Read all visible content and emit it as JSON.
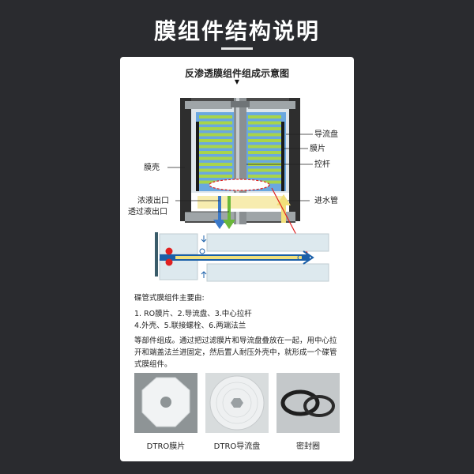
{
  "page": {
    "title": "膜组件结构说明"
  },
  "diagram": {
    "title": "反渗透膜组件组成示意图",
    "arrow_glyph": "▼",
    "labels": {
      "guide_disc": "导流盘",
      "membrane_sheet": "膜片",
      "tie_rod": "控杆",
      "shell": "膜壳",
      "concentrate_outlet": "浓液出口",
      "permeate_outlet": "透过液出口",
      "inlet_pipe": "进水管"
    }
  },
  "description": {
    "intro": "碟管式膜组件主要由:",
    "parts_line1": "1. RO膜片、2.导流盘、3.中心拉杆",
    "parts_line2": "4.外壳、5.联接螺栓、6.两端法兰",
    "paragraph": "等部件组成。通过把过滤膜片和导流盘叠放在一起，用中心拉开和端盖法兰进固定，然后置人耐压外壳中，就形成一个碟管式膜组件。"
  },
  "thumbnails": [
    {
      "label": "DTRO膜片",
      "icon": "octagon-membrane-icon"
    },
    {
      "label": "DTRO导流盘",
      "icon": "guide-disc-icon"
    },
    {
      "label": "密封圈",
      "icon": "seal-ring-icon"
    }
  ],
  "colors": {
    "background": "#2a2b2f",
    "card": "#ffffff",
    "housing": "#3a3a3a",
    "disc_blue": "#6aa8e0",
    "membrane_green": "#a8d44a",
    "flow_yellow": "#f2e07a",
    "arrow_red": "#e02020"
  }
}
